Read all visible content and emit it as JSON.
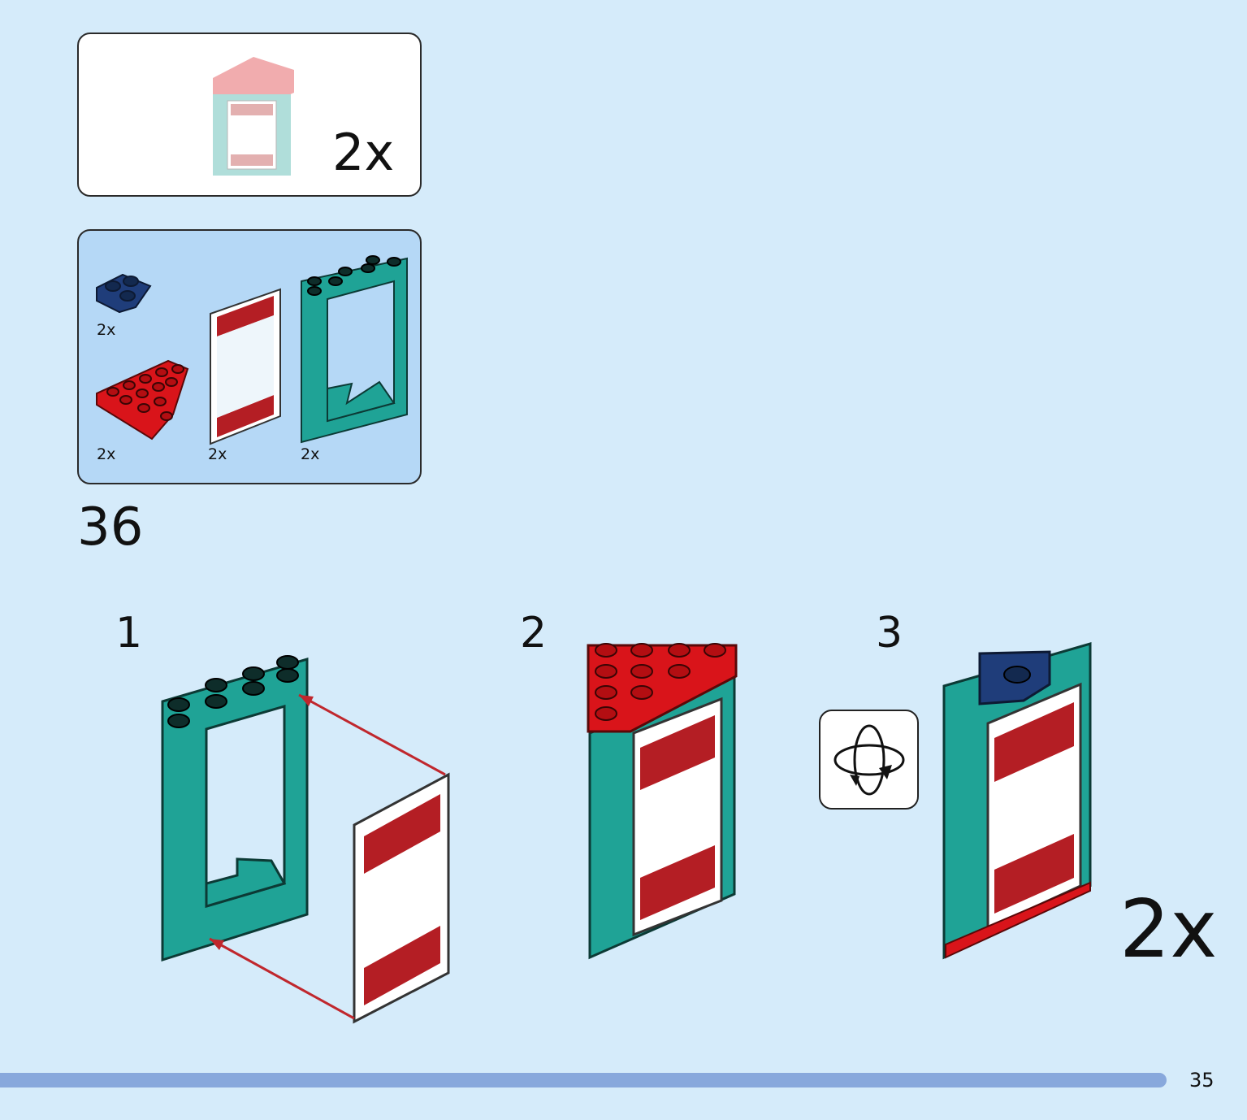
{
  "result_callout": {
    "quantity": "2x"
  },
  "parts_list": {
    "items": [
      {
        "name": "dark-blue-wedge-plate",
        "color": "#1f3d7a",
        "quantity": "2x"
      },
      {
        "name": "red-wedge-plate",
        "color": "#d9141a",
        "quantity": "2x"
      },
      {
        "name": "decorated-window-panel",
        "color": "#ffffff",
        "quantity": "2x"
      },
      {
        "name": "teal-door-frame",
        "color": "#1fa396",
        "quantity": "2x"
      }
    ]
  },
  "step": {
    "number": "36",
    "substeps": [
      {
        "number": "1"
      },
      {
        "number": "2"
      },
      {
        "number": "3"
      }
    ],
    "repeat_quantity": "2x",
    "rotate_icon": "rotate-model-icon"
  },
  "colors": {
    "background": "#d5ebfa",
    "parts_panel": "#b5d8f6",
    "teal": "#1fa396",
    "red": "#d9141a",
    "dark_blue": "#1f3d7a",
    "arrow": "#c0272d",
    "progress": "#88a8dc"
  },
  "footer": {
    "page_number": "35"
  }
}
